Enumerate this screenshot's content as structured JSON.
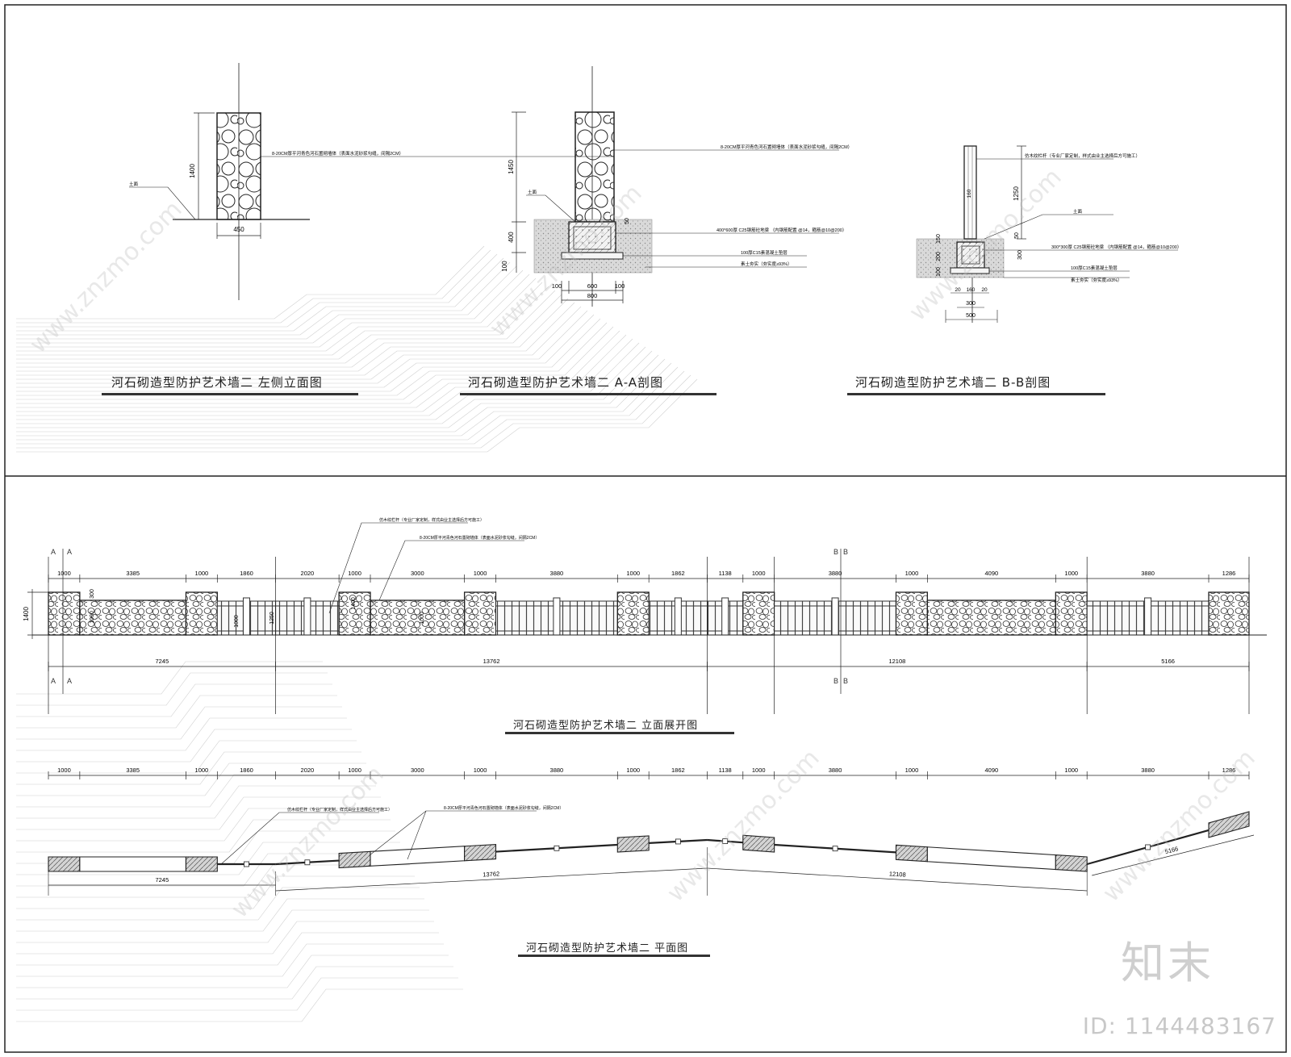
{
  "titles": {
    "left_elevation": "河石砌造型防护艺术墙二  左侧立面图",
    "section_aa": "河石砌造型防护艺术墙二    A-A剖图",
    "section_bb": "河石砌造型防护艺术墙二    B-B剖图",
    "elevation_unfold": "河石砌造型防护艺术墙二  立面展开图",
    "plan": "河石砌造型防护艺术墙二  平面图"
  },
  "left_elevation": {
    "dim_height": "1400",
    "dim_width": "450",
    "callout_stone": "8-20CM厚平河青色河石置砌墙体（表面水泥砂浆勾缝，间隔2CM）",
    "callout_ground": "土面"
  },
  "section_aa": {
    "dim_wall_height": "1450",
    "dim_footing": "400",
    "dim_base": "100",
    "dim_50": "50",
    "dim_left": "100",
    "dim_mid": "600",
    "dim_right": "100",
    "dim_total": "800",
    "callout_stone": "8-20CM厚平河青色河石置砌墙体（表面水泥砂浆勾缝，间隔2CM）",
    "callout_beam": "400*600厚 C25钢筋砼地梁  （内钢筋配置 @14，箍筋@10@200）",
    "callout_cushion": "100厚C15素混凝土垫层",
    "callout_soil": "素土夯实（夯实度≥93%）",
    "callout_ground": "土面"
  },
  "section_bb": {
    "dim_post": "1250",
    "dim_160": "160",
    "dim_50": "50",
    "dim_150": "150",
    "dim_200": "200",
    "dim_100": "100",
    "dim_300v": "300",
    "dim_20a": "20",
    "dim_160b": "160",
    "dim_20b": "20",
    "dim_300": "300",
    "dim_500": "500",
    "callout_rail": "仿木纹栏杆（专业厂家定制，样式由业主选择后方可施工）",
    "callout_ground": "土面",
    "callout_beam": "300*300厚 C25钢筋砼地梁  （内钢筋配置 @14，箍筋@10@200）",
    "callout_cushion": "100厚C15素混凝土垫层",
    "callout_soil": "素土夯实（夯实度≥93%）"
  },
  "unfold": {
    "segments": [
      "1000",
      "3385",
      "1000",
      "1860",
      "2020",
      "1000",
      "3000",
      "1000",
      "3880",
      "1000",
      "1862",
      "1138",
      "1000",
      "3880",
      "1000",
      "4090",
      "1000",
      "3880",
      "1286"
    ],
    "overall": [
      "7245",
      "13762",
      "12108",
      "5166"
    ],
    "dim_height": "1400",
    "inner_dims": [
      "300",
      "1000",
      "1000",
      "1250",
      "1400",
      "1000"
    ],
    "section_labels": [
      "A",
      "A",
      "A",
      "A",
      "B",
      "B",
      "B",
      "B"
    ],
    "callout_rail": "仿木纹栏杆（专业厂家定制，样式由业主选择后方可施工）",
    "callout_stone": "8-20CM厚平河青色河石置砌墙体（表面水泥砂浆勾缝，间隔2CM）"
  },
  "plan": {
    "segments": [
      "1000",
      "3385",
      "1000",
      "1860",
      "2020",
      "1000",
      "3000",
      "1000",
      "3880",
      "1000",
      "1862",
      "1138",
      "1000",
      "3880",
      "1000",
      "4090",
      "1000",
      "3880",
      "1286"
    ],
    "overall": [
      "7245",
      "13762",
      "12108",
      "5166"
    ],
    "callout_rail": "仿木纹栏杆（专业厂家定制，样式由业主选择后方可施工）",
    "callout_stone": "8-20CM厚平河青色河石置砌墙体（表面水泥砂浆勾缝，间隔2CM）"
  },
  "watermark": {
    "logo": "知末",
    "id": "ID: 1144483167",
    "site": "www.znzmo.com"
  },
  "colors": {
    "line": "#222222",
    "hatch": "#555555",
    "ground": "#e2e2e2",
    "watermark": "#c8c8c8"
  }
}
